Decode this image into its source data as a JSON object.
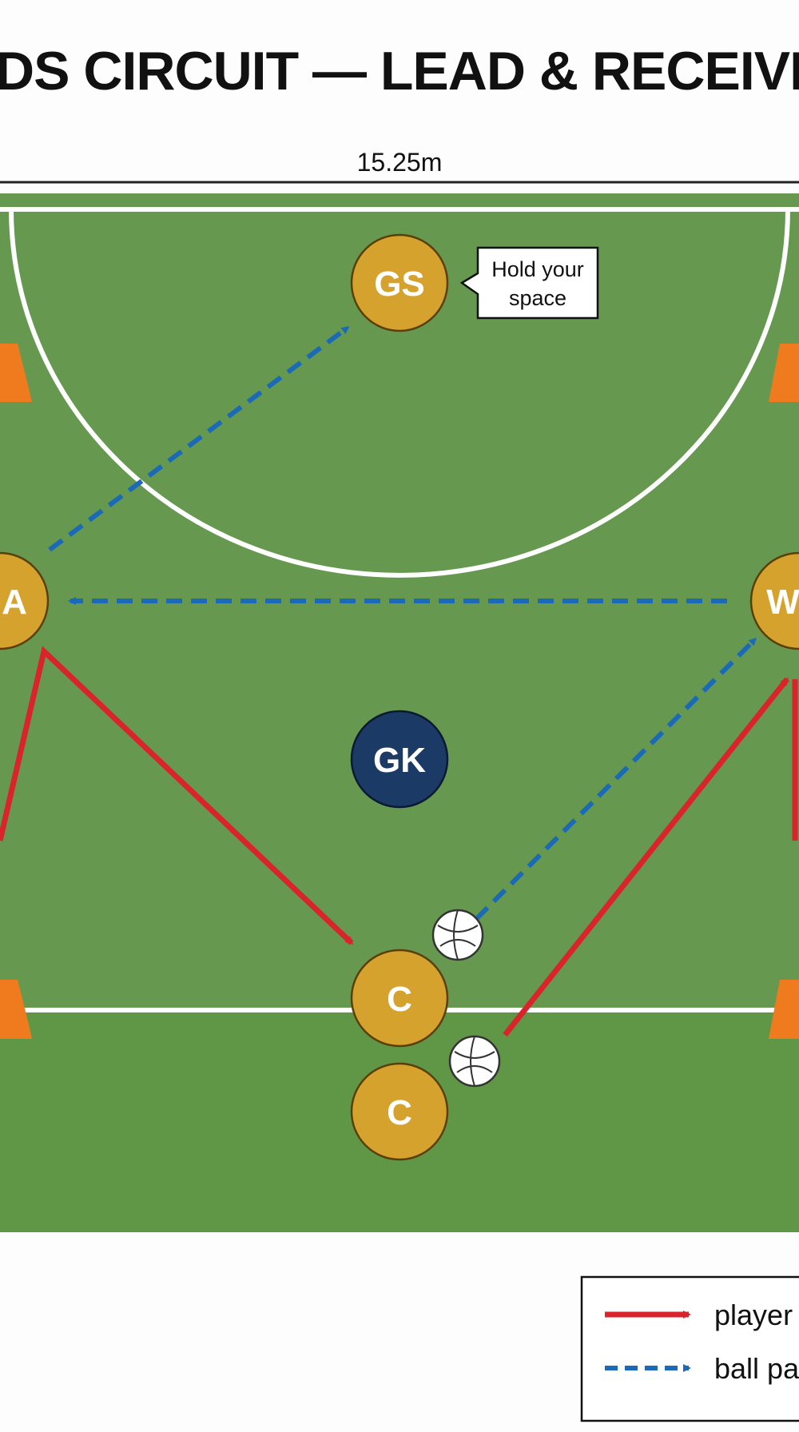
{
  "title": "DS CIRCUIT — LEAD & RECEIVE PR",
  "court": {
    "width_label": "15.25m",
    "colors": {
      "grass": "#66994f",
      "grass_lower": "#5c9643",
      "line": "#ffffff",
      "cone": "#f07a1e",
      "player": "#d6a22e",
      "defender": "#1c3a66",
      "player_movement": "#d8242a",
      "ball_pass": "#1a6ab8"
    }
  },
  "players": [
    {
      "id": "gs",
      "label": "GS",
      "role": "attacker"
    },
    {
      "id": "ga",
      "label": "A",
      "role": "attacker"
    },
    {
      "id": "wa",
      "label": "W",
      "role": "attacker"
    },
    {
      "id": "gk",
      "label": "GK",
      "role": "defender"
    },
    {
      "id": "c1",
      "label": "C",
      "role": "attacker"
    },
    {
      "id": "c2",
      "label": "C",
      "role": "attacker"
    }
  ],
  "callout": {
    "lines": [
      "Hold your",
      "space"
    ]
  },
  "legend": {
    "items": [
      {
        "label": "player",
        "style": "solid",
        "color_key": "player_movement"
      },
      {
        "label": "ball pa",
        "style": "dashed",
        "color_key": "ball_pass"
      }
    ]
  }
}
